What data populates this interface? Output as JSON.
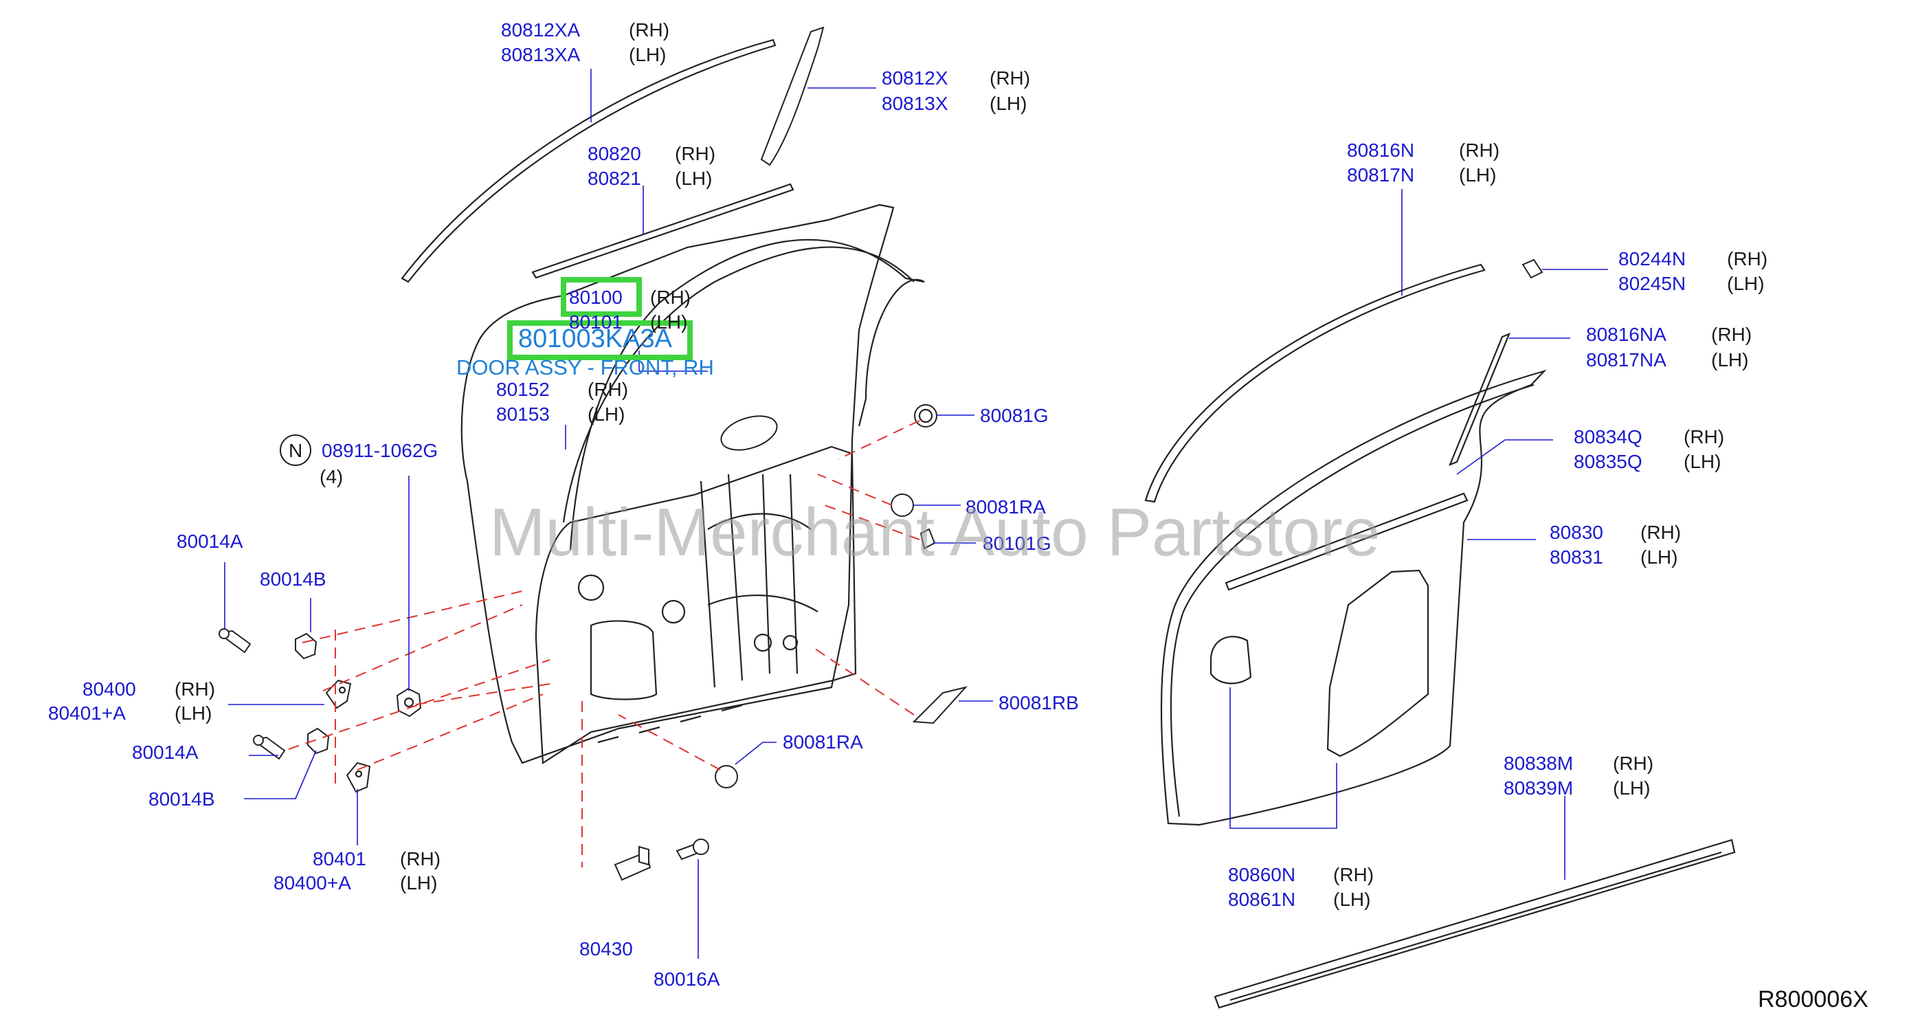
{
  "watermark": "Multi-Merchant Auto Partstore",
  "reference_code": "R800006X",
  "highlight": {
    "part": "80100",
    "number": "801003KA3A",
    "description": "DOOR ASSY - FRONT, RH"
  },
  "callouts": {
    "c80812xa": {
      "rh": "80812XA",
      "lh": "80813XA",
      "rh_tag": "(RH)",
      "lh_tag": "(LH)"
    },
    "c80812x": {
      "rh": "80812X",
      "lh": "80813X",
      "rh_tag": "(RH)",
      "lh_tag": "(LH)"
    },
    "c80820": {
      "rh": "80820",
      "lh": "80821",
      "rh_tag": "(RH)",
      "lh_tag": "(LH)"
    },
    "c80100": {
      "rh": "80100",
      "lh": "80101",
      "rh_tag": "(RH)",
      "lh_tag": "(LH)"
    },
    "c80152": {
      "rh": "80152",
      "lh": "80153",
      "rh_tag": "(RH)",
      "lh_tag": "(LH)"
    },
    "c08911": {
      "badge": "N",
      "number": "08911-1062G",
      "qty": "(4)"
    },
    "c80014a_top": {
      "number": "80014A"
    },
    "c80014b_top": {
      "number": "80014B"
    },
    "c80400": {
      "rh": "80400",
      "lh": "80401+A",
      "rh_tag": "(RH)",
      "lh_tag": "(LH)"
    },
    "c80014a_bot": {
      "number": "80014A"
    },
    "c80014b_bot": {
      "number": "80014B"
    },
    "c80401": {
      "rh": "80401",
      "lh": "80400+A",
      "rh_tag": "(RH)",
      "lh_tag": "(LH)"
    },
    "c80430": {
      "number": "80430"
    },
    "c80016a": {
      "number": "80016A"
    },
    "c80081g": {
      "number": "80081G"
    },
    "c80081ra_top": {
      "number": "80081RA"
    },
    "c80101g": {
      "number": "80101G"
    },
    "c80081rb": {
      "number": "80081RB"
    },
    "c80081ra_bot": {
      "number": "80081RA"
    },
    "c80816n": {
      "rh": "80816N",
      "lh": "80817N",
      "rh_tag": "(RH)",
      "lh_tag": "(LH)"
    },
    "c80244n": {
      "rh": "80244N",
      "lh": "80245N",
      "rh_tag": "(RH)",
      "lh_tag": "(LH)"
    },
    "c80816na": {
      "rh": "80816NA",
      "lh": "80817NA",
      "rh_tag": "(RH)",
      "lh_tag": "(LH)"
    },
    "c80834q": {
      "rh": "80834Q",
      "lh": "80835Q",
      "rh_tag": "(RH)",
      "lh_tag": "(LH)"
    },
    "c80830": {
      "rh": "80830",
      "lh": "80831",
      "rh_tag": "(RH)",
      "lh_tag": "(LH)"
    },
    "c80838m": {
      "rh": "80838M",
      "lh": "80839M",
      "rh_tag": "(RH)",
      "lh_tag": "(LH)"
    },
    "c80860n": {
      "rh": "80860N",
      "lh": "80861N",
      "rh_tag": "(RH)",
      "lh_tag": "(LH)"
    }
  }
}
